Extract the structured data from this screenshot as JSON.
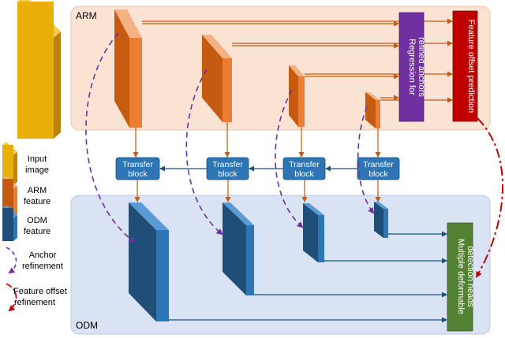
{
  "sections": {
    "arm_label": "ARM",
    "odm_label": "ODM"
  },
  "transfer_blocks": [
    {
      "line1": "Transfer",
      "line2": "block"
    },
    {
      "line1": "Transfer",
      "line2": "block"
    },
    {
      "line1": "Transfer",
      "line2": "block"
    },
    {
      "line1": "Transfer",
      "line2": "block"
    }
  ],
  "heads": {
    "regression": {
      "line1": "Regression for",
      "line2": "refined anchors"
    },
    "offset": {
      "line1": "Feature offset prediction"
    },
    "detection": {
      "line1": "Multiple deformable",
      "line2": "detection heads"
    }
  },
  "legend": {
    "input": {
      "line1": "Input",
      "line2": "image"
    },
    "arm": {
      "line1": "ARM",
      "line2": "feature"
    },
    "odm": {
      "line1": "ODM",
      "line2": "feature"
    },
    "anchor": {
      "line1": "Anchor",
      "line2": "refinement"
    },
    "offset": {
      "line1": "Feature offset",
      "line2": "refinement"
    }
  },
  "colors": {
    "arm_bg": "#fbe3d4",
    "odm_bg": "#dae3f3",
    "input": "#e8b007",
    "arm_feature": "#c55a11",
    "odm_feature": "#1f4e79",
    "transfer": "#2e75b6",
    "regression": "#7030a0",
    "offset_head": "#c00000",
    "detection_head": "#548235",
    "anchor_arrow": "#7030a0",
    "offset_arrow": "#c00000"
  }
}
